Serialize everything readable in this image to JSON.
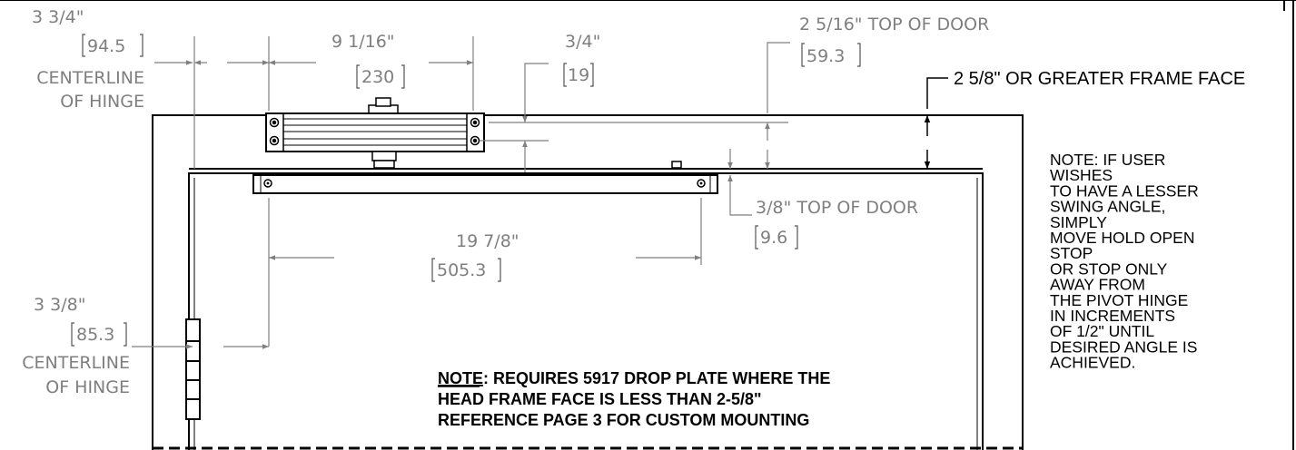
{
  "dimensions": {
    "hinge_top_in": "3 3/4\"",
    "hinge_top_mm": "94.5",
    "closer_len_in": "9 1/16\"",
    "closer_len_mm": "230",
    "closer_offset_in": "3/4\"",
    "closer_offset_mm": "19",
    "top_of_door_1_in": "2 5/16\" TOP OF DOOR",
    "top_of_door_1_mm": "59.3",
    "arm_offset_in": "3/8\"  TOP OF DOOR",
    "arm_offset_mm": "9.6",
    "arm_len_in": "19 7/8\"",
    "arm_len_mm": "505.3",
    "hinge_bottom_in": "3 3/8\"",
    "hinge_bottom_mm": "85.3",
    "frame_face": "2 5/8\" OR GREATER FRAME FACE"
  },
  "labels": {
    "centerline_1": "CENTERLINE",
    "of_hinge_1": "OF HINGE",
    "centerline_2": "CENTERLINE",
    "of_hinge_2": "OF HINGE"
  },
  "side_note": [
    "NOTE: IF USER",
    "WISHES",
    "TO HAVE A LESSER",
    "SWING ANGLE,",
    "SIMPLY",
    "MOVE HOLD OPEN",
    "STOP",
    "OR STOP ONLY",
    "AWAY FROM",
    "THE PIVOT HINGE",
    "IN INCREMENTS",
    "OF 1/2\" UNTIL",
    "DESIRED ANGLE IS",
    "ACHIEVED."
  ],
  "bottom_note": {
    "prefix": "NOTE",
    "line1": ": REQUIRES 5917 DROP PLATE WHERE THE",
    "line2": "HEAD FRAME FACE IS LESS THAN 2-5/8\"",
    "line3": "REFERENCE PAGE 3 FOR CUSTOM MOUNTING"
  }
}
